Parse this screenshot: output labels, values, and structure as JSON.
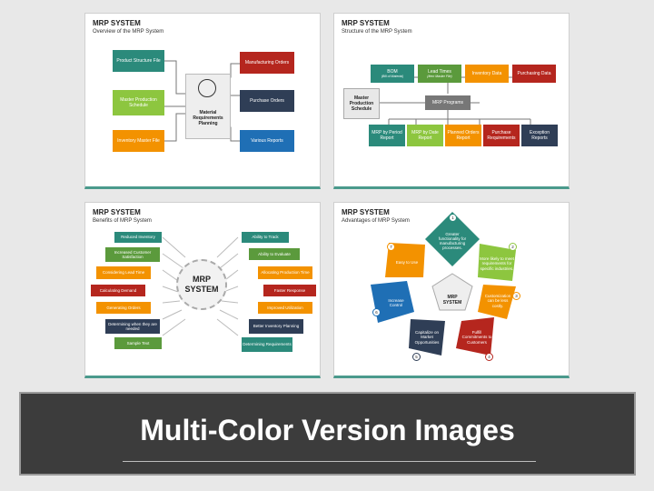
{
  "slide1": {
    "title": "MRP SYSTEM",
    "subtitle": "Overview of the MRP System",
    "inputs": [
      "Product Structure File",
      "Master Production Schedule",
      "Inventory Master File"
    ],
    "center": "Material Requirements Planning",
    "outputs": [
      "Manufacturing Orders",
      "Purchase Orders",
      "Various Reports"
    ]
  },
  "slide2": {
    "title": "MRP SYSTEM",
    "subtitle": "Structure of the MRP System",
    "top": [
      {
        "label": "BOM",
        "note": "(Bill of Material)"
      },
      {
        "label": "Lead Times",
        "note": "(Item Master File)"
      },
      {
        "label": "Inventory Data",
        "note": ""
      },
      {
        "label": "Purchasing Data",
        "note": ""
      }
    ],
    "left": "Master Production Schedule",
    "center": "MRP Programs",
    "bottom": [
      "MRP by Period Report",
      "MRP by Date Report",
      "Planned Orders Report",
      "Purchase Requirements",
      "Exception Reports"
    ]
  },
  "slide3": {
    "title": "MRP SYSTEM",
    "subtitle": "Benefits of MRP System",
    "center": "MRP SYSTEM",
    "left": [
      "Reduced Inventory",
      "Increased Customer Satisfaction",
      "Considering Lead Time",
      "Calculating Demand",
      "Generating Orders",
      "Determining when they are needed",
      "Sample Text"
    ],
    "right": [
      "Ability to Track",
      "Ability to Evaluate",
      "Allocating Production Time",
      "Faster Response",
      "Improved Utilization",
      "Better Inventory Planning",
      "Determining Requirements"
    ]
  },
  "slide4": {
    "title": "MRP SYSTEM",
    "subtitle": "Advantages of MRP System",
    "center": "MRP SYSTEM",
    "petals": [
      {
        "num": "1",
        "text": "Greater functionality for manufacturing processes."
      },
      {
        "num": "2",
        "text": "More likely to meet requirements for specific industries."
      },
      {
        "num": "3",
        "text": "Customization can be less costly."
      },
      {
        "num": "4",
        "text": "Fulfill Commitments to Customers"
      },
      {
        "num": "5",
        "text": "Capitalize on Market Opportunities"
      },
      {
        "num": "6",
        "text": "Increase Control"
      },
      {
        "num": "7",
        "text": "Easy to Use"
      }
    ]
  },
  "banner": {
    "title": "Multi-Color Version Images"
  },
  "colors": {
    "green": "#5b9a3c",
    "lightgreen": "#8dc63f",
    "orange": "#f39200",
    "red": "#b5261e",
    "navy": "#2f3e56",
    "blue": "#1f6fb5",
    "teal": "#2b8a7b",
    "darkred": "#9e1d20"
  }
}
